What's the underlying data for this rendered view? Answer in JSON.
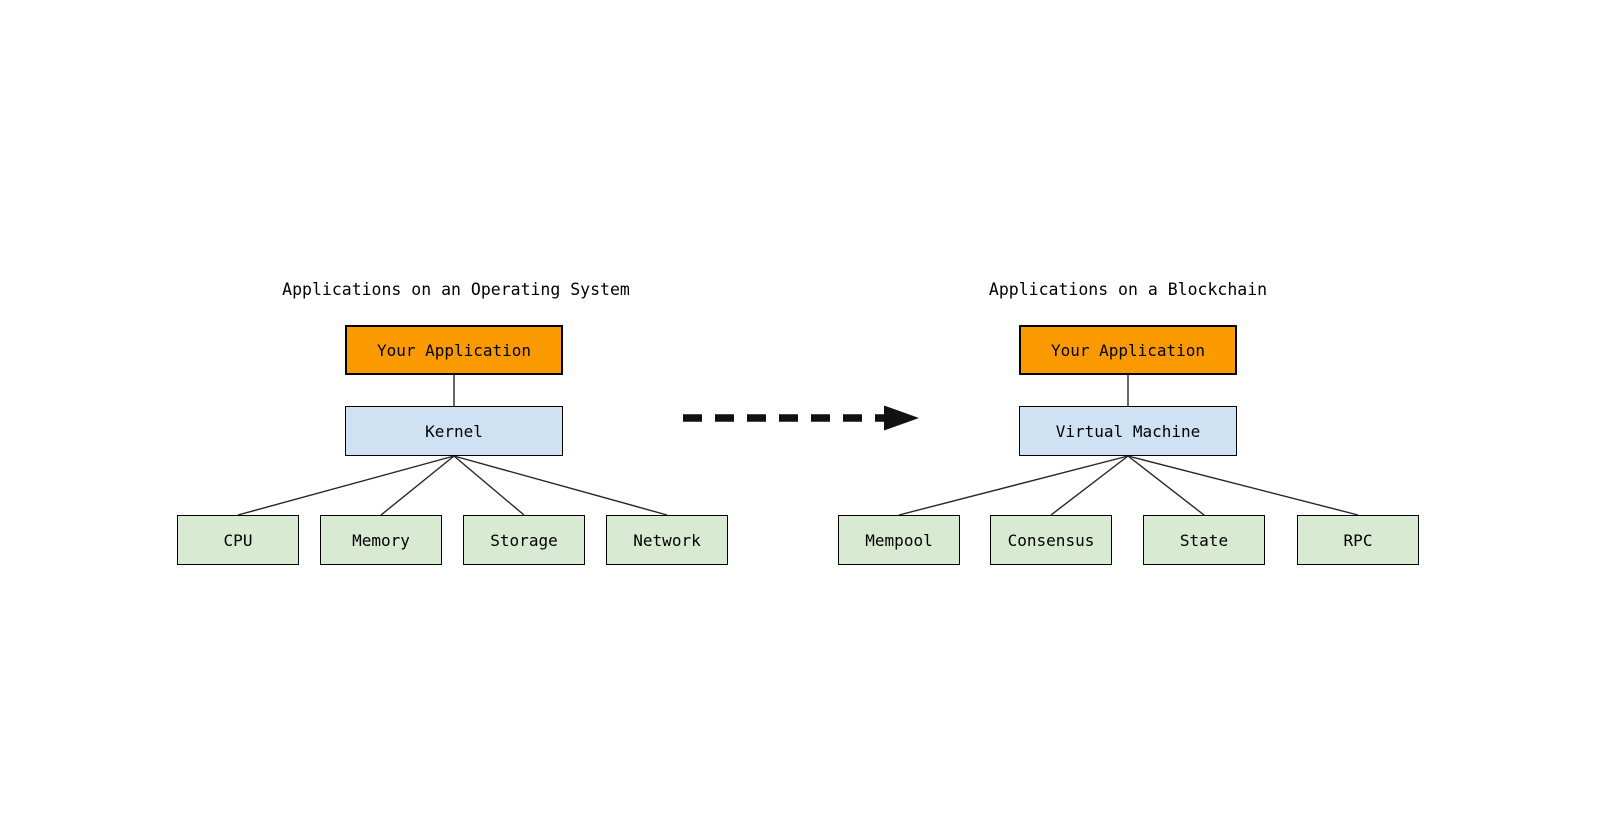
{
  "colors": {
    "orange": "#FB9900",
    "blue": "#CFE2F3",
    "green": "#D9EAD3",
    "border": "#000000",
    "line": "#262626",
    "arrow": "#111111"
  },
  "left": {
    "title": "Applications on an Operating System",
    "top_box": "Your Application",
    "middle_box": "Kernel",
    "children": [
      "CPU",
      "Memory",
      "Storage",
      "Network"
    ]
  },
  "right": {
    "title": "Applications on a Blockchain",
    "top_box": "Your Application",
    "middle_box": "Virtual Machine",
    "children": [
      "Mempool",
      "Consensus",
      "State",
      "RPC"
    ]
  },
  "icons": {
    "arrow": "dashed-right-arrow"
  }
}
